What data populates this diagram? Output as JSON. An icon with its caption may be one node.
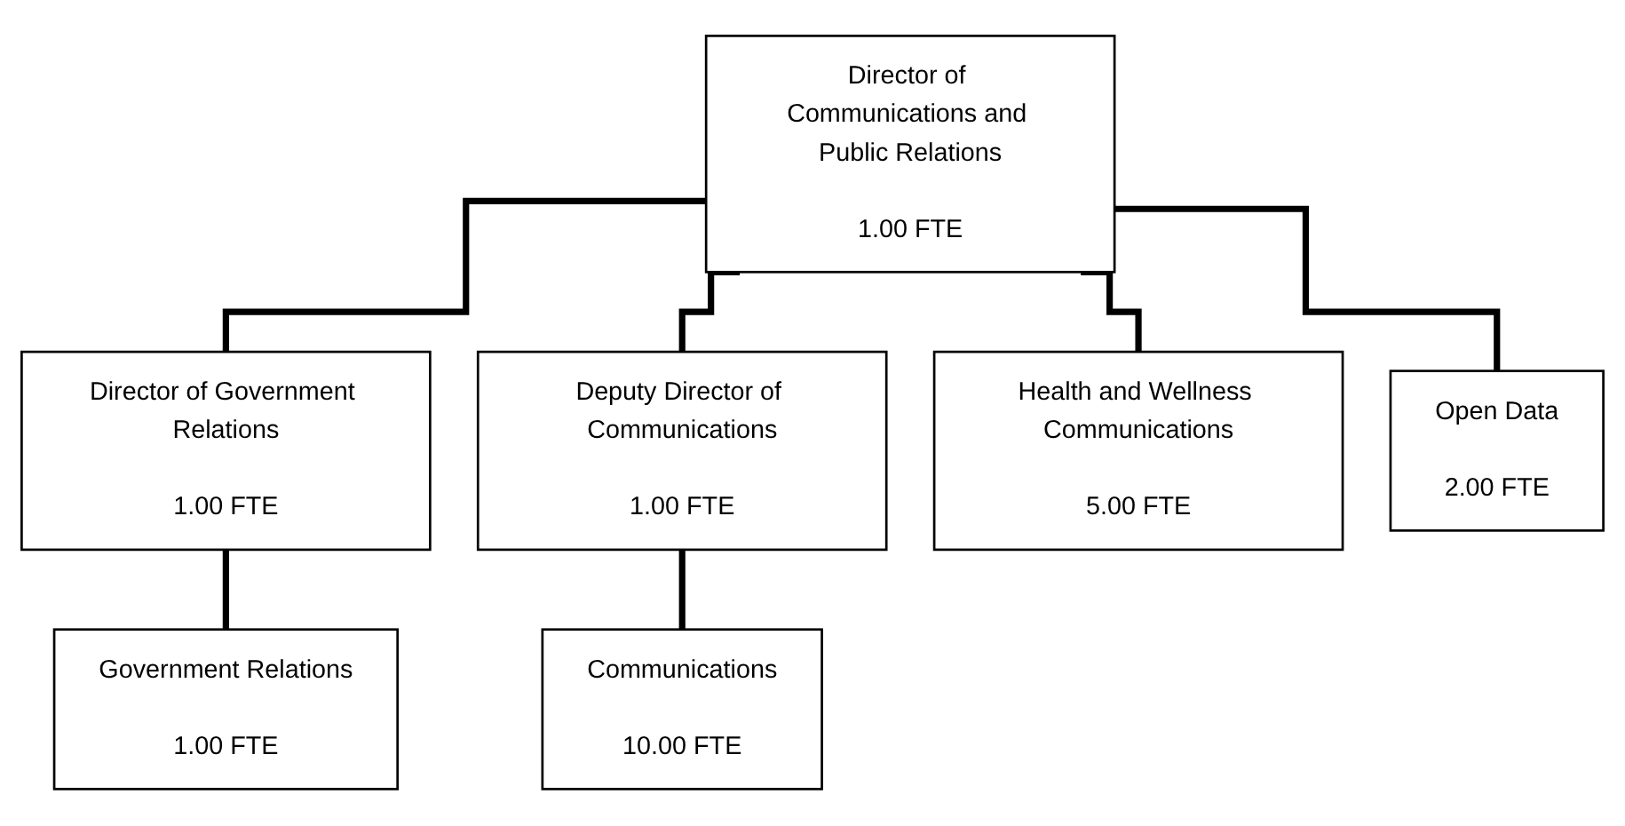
{
  "diagram": {
    "nodes": [
      {
        "text": [
          "Director of Communications and Public Relations",
          "1.00 FTE"
        ]
      },
      {
        "text": [
          "Director of Government Relations",
          "1.00 FTE"
        ]
      },
      {
        "text": [
          "Deputy Director of Communications",
          "1.00 FTE"
        ]
      },
      {
        "text": [
          "Health and Wellness Communications",
          "5.00 FTE"
        ]
      },
      {
        "text": [
          "Open Data",
          "2.00 FTE"
        ]
      },
      {
        "text": [
          "Government Relations",
          "1.00 FTE"
        ]
      },
      {
        "text": [
          "Communications",
          "10.00 FTE"
        ]
      }
    ],
    "edges": [
      {
        "from": 0,
        "to": 1,
        "arrow": "none"
      },
      {
        "from": 0,
        "to": 2,
        "arrow": "none"
      },
      {
        "from": 0,
        "to": 3,
        "arrow": "none"
      },
      {
        "from": 0,
        "to": 4,
        "arrow": "none"
      },
      {
        "from": 1,
        "to": 5,
        "arrow": "none"
      },
      {
        "from": 2,
        "to": 6,
        "arrow": "none"
      }
    ]
  }
}
